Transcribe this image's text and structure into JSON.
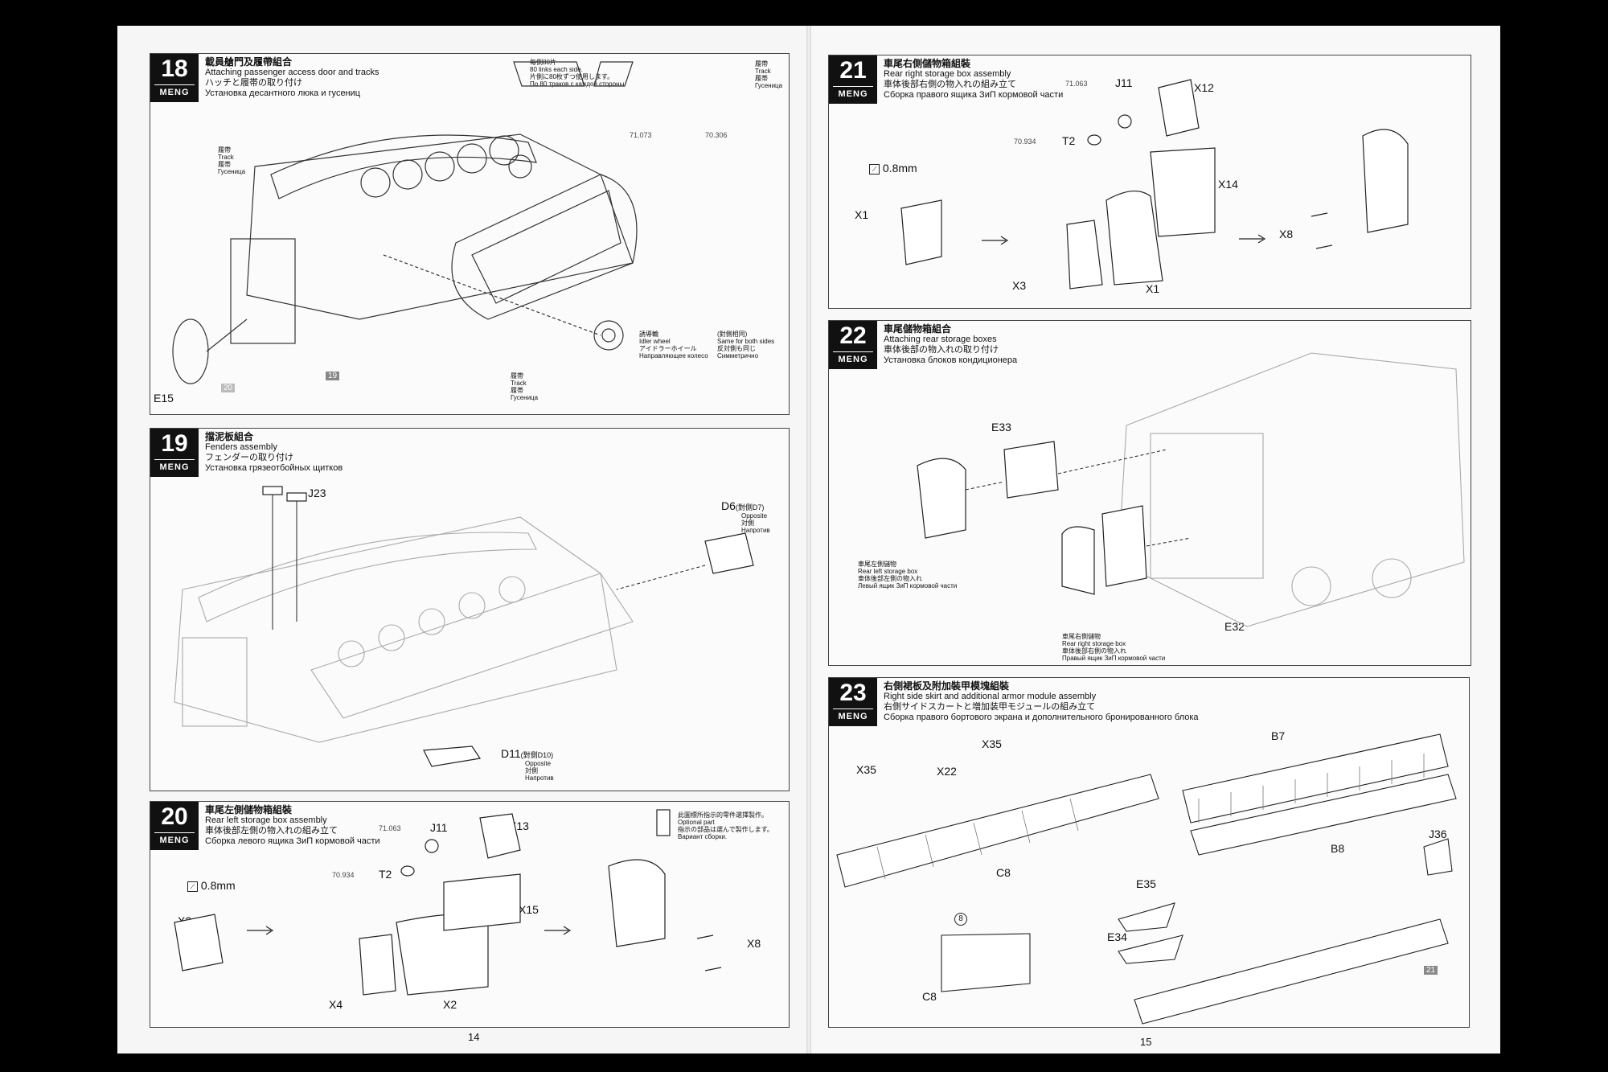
{
  "brand": "MENG",
  "pages": {
    "left": "14",
    "right": "15"
  },
  "steps": {
    "s18": {
      "num": "18",
      "zh": "載員艙門及履帶組合",
      "en": "Attaching passenger access door and tracks",
      "ja": "ハッチと履帯の取り付け",
      "ru": "Установка десантного люка и гусениц",
      "note_zh": "每側80片",
      "note_en": "80 links each side.",
      "note_ja": "片側に80枚ずつ使用します。",
      "note_ru": "По 80 траков с каждой стороны.",
      "track_zh": "履帶",
      "track_en": "Track",
      "track_ja": "履帯",
      "track_ru": "Гусеница",
      "idler_zh": "誘導輪",
      "idler_en": "Idler wheel",
      "idler_ja": "アイドラーホイール",
      "idler_ru": "Направляющее колесо",
      "same_zh": "(對側相同)",
      "same_en": "Same for both sides",
      "same_ja": "反対側も同じ",
      "same_ru": "Симметрично",
      "paint1": "71.073",
      "paint2": "70.306",
      "e15": "E15",
      "ref20": "20",
      "ref19": "19"
    },
    "s19": {
      "num": "19",
      "zh": "擋泥板組合",
      "en": "Fenders assembly",
      "ja": "フェンダーの取り付け",
      "ru": "Установка грязеотбойных щитков",
      "j23": "J23",
      "d6": "D6",
      "d6_opp": "(對側D7)",
      "d11": "D11",
      "d11_opp": "(對側D10)",
      "opp_en": "Opposite",
      "opp_ja": "対側",
      "opp_ru": "Напротив"
    },
    "s20": {
      "num": "20",
      "zh": "車尾左側儲物箱組裝",
      "en": "Rear left storage box assembly",
      "ja": "車体後部左側の物入れの組み立て",
      "ru": "Сборка левого ящика ЗиП кормовой части",
      "paint1": "71.063",
      "paint2": "70.934",
      "j11": "J11",
      "t2": "T2",
      "x13": "X13",
      "x15": "X15",
      "x2a": "X2",
      "x2b": "X2",
      "x4": "X4",
      "x8": "X8",
      "mm": "0.8mm",
      "opt_zh": "此圖標所指示的零件選擇製作。",
      "opt_en": "Optional part",
      "opt_ja": "指示の部品は選んで製作します。",
      "opt_ru": "Вариант сборки."
    },
    "s21": {
      "num": "21",
      "zh": "車尾右側儲物箱組裝",
      "en": "Rear right storage box assembly",
      "ja": "車体後部右側の物入れの組み立て",
      "ru": "Сборка правого ящика ЗиП кормовой части",
      "paint1": "71.063",
      "paint2": "70.934",
      "j11": "J11",
      "t2": "T2",
      "x12": "X12",
      "x14": "X14",
      "x1a": "X1",
      "x1b": "X1",
      "x3": "X3",
      "x8": "X8",
      "mm": "0.8mm"
    },
    "s22": {
      "num": "22",
      "zh": "車尾儲物箱組合",
      "en": "Attaching rear storage boxes",
      "ja": "車体後部の物入れの取り付け",
      "ru": "Установка блоков кондиционера",
      "e33": "E33",
      "e32": "E32",
      "left_zh": "車尾左側儲物",
      "left_en": "Rear left storage box",
      "left_ja": "車体後部左側の物入れ",
      "left_ru": "Левый ящик ЗиП кормовой части",
      "right_zh": "車尾右側儲物",
      "right_en": "Rear right storage box",
      "right_ja": "車体後部右側の物入れ",
      "right_ru": "Правый ящик ЗиП кормовой части"
    },
    "s23": {
      "num": "23",
      "zh": "右側裙板及附加裝甲模塊組裝",
      "en": "Right side skirt and additional armor module assembly",
      "ja": "右側サイドスカートと増加装甲モジュールの組み立て",
      "ru": "Сборка правого бортового экрана и дополнительного бронированного блока",
      "x35a": "X35",
      "x35b": "X35",
      "x22": "X22",
      "c8a": "C8",
      "c8b": "C8",
      "b7": "B7",
      "b8": "B8",
      "j36": "J36",
      "e35": "E35",
      "e34": "E34",
      "ref8": "8",
      "ref21": "21"
    }
  }
}
